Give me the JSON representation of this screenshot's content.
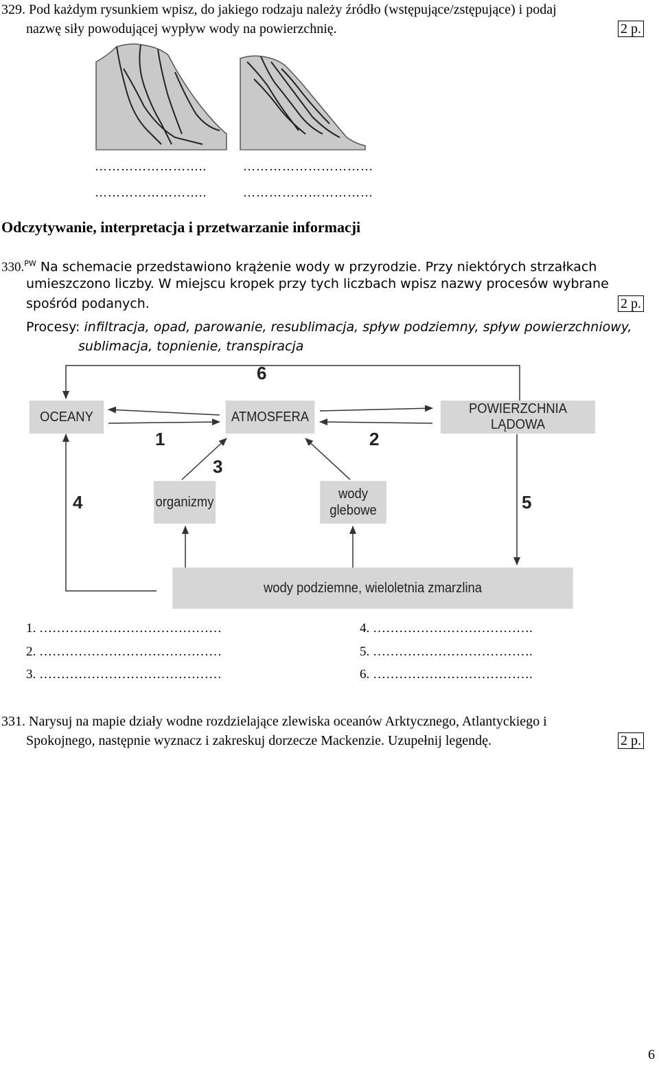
{
  "q329": {
    "line1": "329. Pod każdym rysunkiem wpisz, do jakiego rodzaju należy źródło (wstępujące/zstępujące) i podaj",
    "line2": "nazwę siły powodującej wypływ wody na powierzchnię.",
    "points": "2 p.",
    "blank_left_1": "……………………..",
    "blank_left_2": "……………………..",
    "blank_right_1": "…………………………",
    "blank_right_2": "…………………………"
  },
  "section_title": "Odczytywanie, interpretacja i przetwarzanie informacji",
  "q330": {
    "number": "330.",
    "tag": "PW",
    "line1": "Na schemacie przedstawiono krążenie wody w przyrodzie. Przy niektórych strzałkach",
    "line2": "umieszczono liczby. W miejscu kropek przy tych liczbach wpisz nazwy procesów wybrane",
    "line3": "spośród podanych.",
    "points": "2 p.",
    "processes_label": "Procesy:",
    "processes_line1": "infiltracja, opad, parowanie, resublimacja, spływ podziemny, spływ powierzchniowy,",
    "processes_line2": "sublimacja, topnienie, transpiracja",
    "diagram": {
      "box_oceany": "OCEANY",
      "box_atmosfera": "ATMOSFERA",
      "box_powierzchnia": "POWIERZCHNIA LĄDOWA",
      "box_organizmy": "organizmy",
      "box_wody_glebowe_1": "wody",
      "box_wody_glebowe_2": "glebowe",
      "box_wody_podziemne": "wody podziemne, wieloletnia zmarzlina",
      "n1": "1",
      "n2": "2",
      "n3": "3",
      "n4": "4",
      "n5": "5",
      "n6": "6"
    },
    "answers": [
      "1. ……………………………………",
      "2. ……………………………………",
      "3. ……………………………………",
      "4. ……………………………….",
      "5. ……………………………….",
      "6. ………………………………."
    ]
  },
  "q331": {
    "line1": "331. Narysuj na mapie działy wodne rozdzielające zlewiska oceanów Arktycznego, Atlantyckiego i",
    "line2": "Spokojnego, następnie wyznacz i zakreskuj dorzecze Mackenzie. Uzupełnij legendę.",
    "points": "2 p."
  },
  "page_number": "6"
}
